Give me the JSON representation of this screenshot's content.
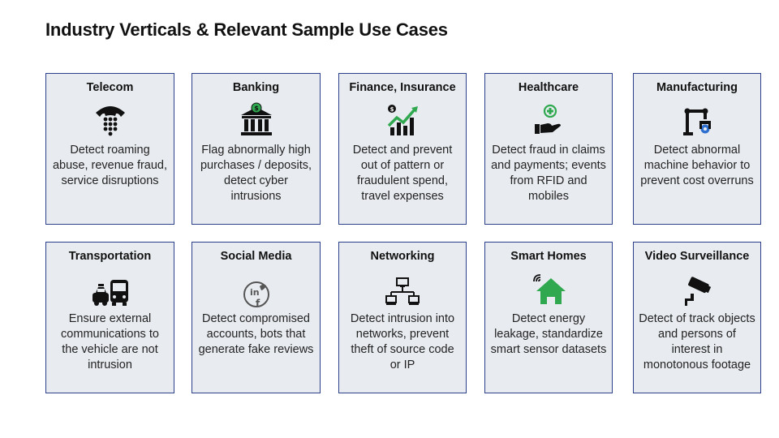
{
  "page": {
    "title": "Industry Verticals & Relevant Sample Use Cases"
  },
  "cards": [
    {
      "heading": "Telecom",
      "icon": "telephone-keypad-icon",
      "text": "Detect roaming abuse, revenue fraud, service disruptions"
    },
    {
      "heading": "Banking",
      "icon": "bank-icon",
      "text": "Flag abnormally high purchases / deposits, detect cyber intrusions"
    },
    {
      "heading": "Finance, Insurance",
      "icon": "growth-chart-icon",
      "text": "Detect and prevent out of pattern or fraudulent spend, travel expenses"
    },
    {
      "heading": "Healthcare",
      "icon": "hand-medical-cross-icon",
      "text": "Detect fraud in claims and payments; events from RFID and mobiles"
    },
    {
      "heading": "Manufacturing",
      "icon": "robotic-arm-icon",
      "text": "Detect abnormal machine behavior to prevent cost overruns"
    },
    {
      "heading": "Transportation",
      "icon": "taxi-bus-icon",
      "text": "Ensure external communications to the vehicle are not intrusion"
    },
    {
      "heading": "Social Media",
      "icon": "social-media-icon",
      "text": "Detect compromised accounts, bots that generate fake reviews"
    },
    {
      "heading": "Networking",
      "icon": "network-topology-icon",
      "text": "Detect intrusion into networks, prevent theft of source code or IP"
    },
    {
      "heading": "Smart Homes",
      "icon": "smart-home-icon",
      "text": "Detect energy leakage, standardize smart sensor datasets"
    },
    {
      "heading": "Video Surveillance",
      "icon": "security-camera-icon",
      "text": "Detect of track objects and persons of interest in monotonous footage"
    }
  ],
  "colors": {
    "card_background": "#e8ecf0",
    "card_border": "#2b3f8a",
    "icon_dark": "#111111",
    "accent_green": "#2fa84f",
    "camera_blue": "#2e6fcf"
  }
}
